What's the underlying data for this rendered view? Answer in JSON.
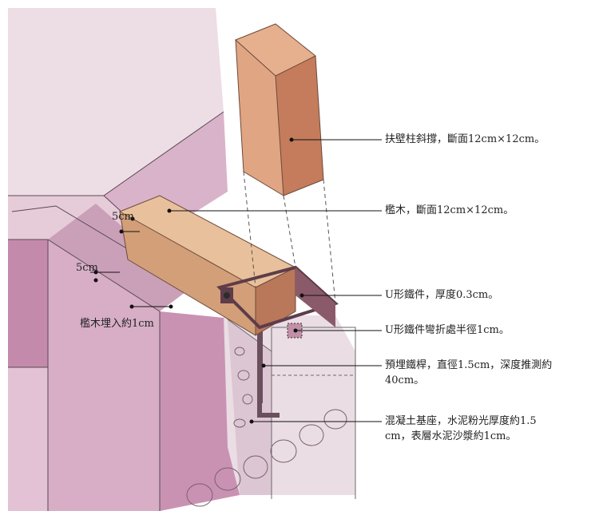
{
  "labels": {
    "brace_post": "扶壁柱斜撐，斷面12cm×12cm。",
    "sill_beam": "檻木，斷面12cm×12cm。",
    "u_bracket": "U形鐵件，厚度0.3cm。",
    "u_bend": "U形鐵件彎折處半徑1cm。",
    "anchor_bolt_1": "預埋鐵桿，直徑1.5cm，深度推測約",
    "anchor_bolt_2": "40cm。",
    "footing_1": "混凝土基座，水泥粉光厚度約1.5",
    "footing_2": "cm，表層水泥沙漿約1cm。",
    "embed": "檻木埋入約1cm",
    "dim_top": "5cm",
    "dim_left": "5cm"
  },
  "colors": {
    "wall": "#d9b3c9",
    "wall_dark": "#b67d9e",
    "wood": "#d99a73",
    "wood_dark": "#b5704a",
    "concrete": "#e8dbe2",
    "ink": "#3a3a3a",
    "metal": "#7d4b5e"
  }
}
